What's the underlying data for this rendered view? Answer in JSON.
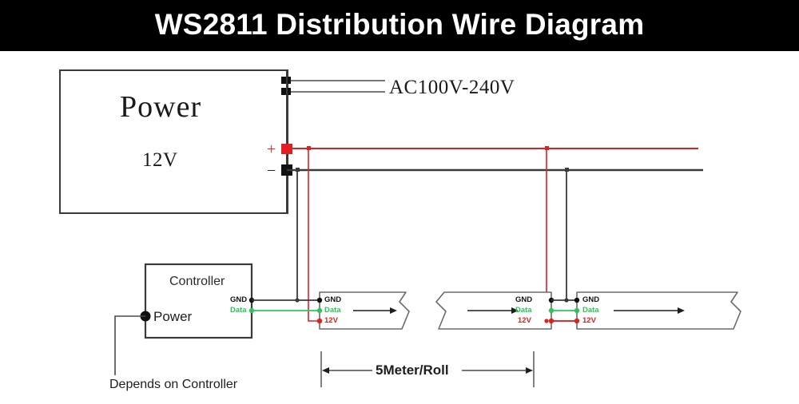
{
  "title": {
    "text": "WS2811 Distribution Wire Diagram",
    "bar_color": "#000000",
    "text_color": "#ffffff"
  },
  "colors": {
    "wire_positive": "#e02020",
    "wire_ground": "#3a3a3a",
    "wire_data": "#2ec45a",
    "outline": "#3a3a3a",
    "background": "#ffffff"
  },
  "power_supply": {
    "name": "Power",
    "voltage": "12V",
    "ac_input_label": "AC100V-240V",
    "positive_terminal_label": "+",
    "negative_terminal_label": "−"
  },
  "controller": {
    "title": "Controller",
    "power_pin_label": "Power",
    "note": "Depends on Controller",
    "output_pins": [
      {
        "label": "GND",
        "color": "#111111"
      },
      {
        "label": "Data",
        "color": "#2ec45a"
      }
    ]
  },
  "led_strips": [
    {
      "index": 1,
      "pins": [
        {
          "label": "GND",
          "color": "#111111"
        },
        {
          "label": "Data",
          "color": "#2ec45a"
        },
        {
          "label": "12V",
          "color": "#e02020"
        }
      ]
    },
    {
      "index": 2,
      "pins": [
        {
          "label": "GND",
          "color": "#111111"
        },
        {
          "label": "Data",
          "color": "#2ec45a"
        },
        {
          "label": "12V",
          "color": "#e02020"
        }
      ]
    },
    {
      "index": 3,
      "pins": [
        {
          "label": "GND",
          "color": "#111111"
        },
        {
          "label": "Data",
          "color": "#2ec45a"
        },
        {
          "label": "12V",
          "color": "#e02020"
        }
      ]
    }
  ],
  "dimension": {
    "label": "5Meter/Roll"
  }
}
